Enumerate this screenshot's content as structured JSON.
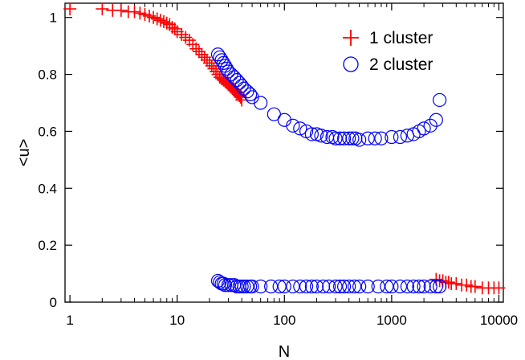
{
  "chart_data": {
    "type": "scatter",
    "xscale": "log",
    "xlim": [
      0.9,
      11000
    ],
    "ylim": [
      0,
      1.05
    ],
    "xlabel": "N",
    "ylabel": "<u>",
    "xticks": [
      1,
      10,
      100,
      1000,
      10000
    ],
    "xtick_labels": [
      "1",
      "10",
      "100",
      "1000",
      "10000"
    ],
    "yticks": [
      0,
      0.2,
      0.4,
      0.6,
      0.8,
      1
    ],
    "ytick_labels": [
      "0",
      "0.2",
      "0.4",
      "0.6",
      "0.8",
      "1"
    ],
    "grid": false,
    "legend_position": "top-right",
    "colors": {
      "series1": "#ff0000",
      "series2": "#0000ff"
    },
    "series": [
      {
        "name": "1 cluster",
        "marker": "plus",
        "x": [
          1,
          2,
          2.5,
          3,
          3.5,
          4,
          4.5,
          5,
          5.5,
          6,
          6.5,
          7,
          7.5,
          8,
          8.5,
          9,
          9.5,
          10,
          11,
          12,
          13,
          14,
          15,
          16,
          17,
          18,
          19,
          20,
          21,
          22,
          23,
          24,
          25,
          26,
          27,
          28,
          29,
          30,
          31,
          32,
          33,
          34,
          35,
          36,
          37,
          38,
          39,
          40,
          2600,
          2800,
          3000,
          3200,
          3400,
          3600,
          4000,
          4500,
          5000,
          5500,
          6000,
          7000,
          8000,
          9000,
          10000
        ],
        "y": [
          1.03,
          1.03,
          1.025,
          1.025,
          1.02,
          1.02,
          1.015,
          1.01,
          1.005,
          1.0,
          0.995,
          0.99,
          0.985,
          0.98,
          0.975,
          0.965,
          0.96,
          0.95,
          0.94,
          0.93,
          0.92,
          0.905,
          0.89,
          0.88,
          0.87,
          0.86,
          0.85,
          0.84,
          0.83,
          0.82,
          0.81,
          0.8,
          0.79,
          0.785,
          0.78,
          0.775,
          0.77,
          0.765,
          0.76,
          0.755,
          0.75,
          0.745,
          0.74,
          0.735,
          0.73,
          0.725,
          0.72,
          0.71,
          0.08,
          0.075,
          0.075,
          0.07,
          0.07,
          0.065,
          0.065,
          0.06,
          0.06,
          0.055,
          0.055,
          0.05,
          0.05,
          0.05,
          0.05
        ]
      },
      {
        "name": "2 cluster",
        "marker": "circle",
        "x": [
          24,
          25,
          26,
          27,
          28,
          29,
          30,
          32,
          34,
          36,
          38,
          40,
          42,
          45,
          48,
          50,
          60,
          80,
          100,
          120,
          140,
          160,
          180,
          200,
          220,
          250,
          280,
          300,
          330,
          360,
          400,
          430,
          460,
          500,
          600,
          700,
          800,
          1000,
          1200,
          1400,
          1600,
          1800,
          2000,
          2300,
          2600,
          2800,
          24,
          25,
          26,
          27,
          28,
          30,
          32,
          34,
          36,
          38,
          40,
          42,
          45,
          48,
          50,
          60,
          75,
          90,
          100,
          120,
          140,
          160,
          180,
          200,
          230,
          260,
          300,
          330,
          360,
          400,
          450,
          500,
          600,
          750,
          900,
          1000,
          1200,
          1400,
          1600,
          1800,
          2000,
          2300,
          2600,
          2800
        ],
        "y": [
          0.87,
          0.86,
          0.85,
          0.84,
          0.83,
          0.82,
          0.81,
          0.8,
          0.79,
          0.78,
          0.77,
          0.76,
          0.75,
          0.74,
          0.73,
          0.72,
          0.7,
          0.66,
          0.64,
          0.62,
          0.61,
          0.6,
          0.59,
          0.59,
          0.585,
          0.58,
          0.58,
          0.575,
          0.575,
          0.575,
          0.575,
          0.575,
          0.575,
          0.57,
          0.575,
          0.575,
          0.575,
          0.58,
          0.58,
          0.585,
          0.59,
          0.6,
          0.61,
          0.62,
          0.64,
          0.71,
          0.075,
          0.07,
          0.065,
          0.065,
          0.06,
          0.06,
          0.06,
          0.06,
          0.055,
          0.055,
          0.055,
          0.055,
          0.055,
          0.055,
          0.055,
          0.055,
          0.055,
          0.055,
          0.055,
          0.055,
          0.055,
          0.055,
          0.055,
          0.055,
          0.055,
          0.055,
          0.055,
          0.055,
          0.055,
          0.055,
          0.055,
          0.055,
          0.055,
          0.055,
          0.055,
          0.055,
          0.055,
          0.055,
          0.055,
          0.055,
          0.055,
          0.055,
          0.055,
          0.055
        ]
      }
    ]
  }
}
